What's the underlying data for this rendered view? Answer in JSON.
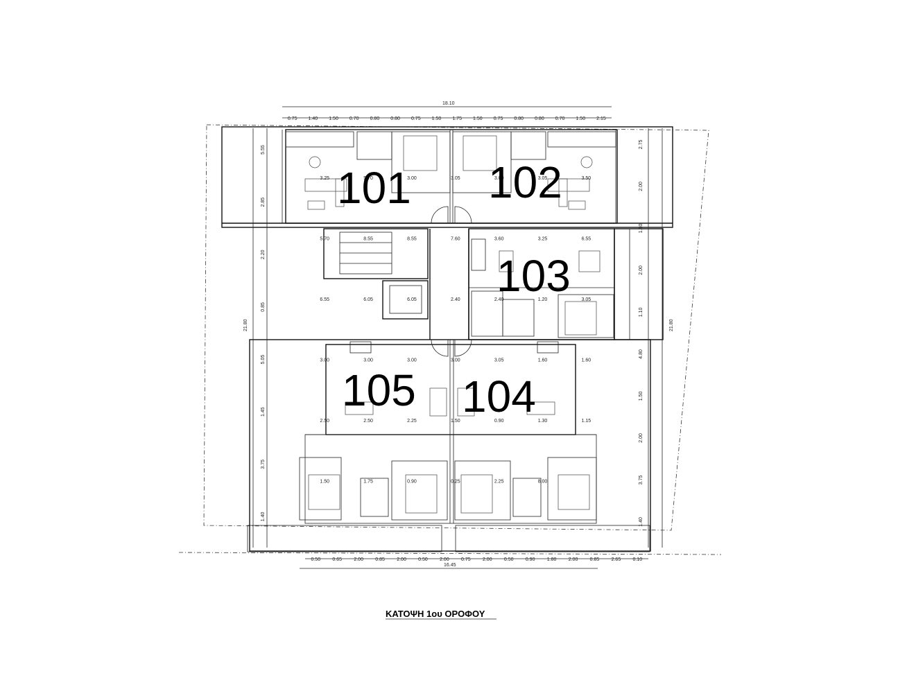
{
  "title": "ΚΑΤΟΨΗ 1ου ΟΡΟΦΟΥ",
  "units": [
    "101",
    "102",
    "103",
    "104",
    "105"
  ],
  "dimensions": {
    "top_total": "18.10",
    "top_chain": [
      "0.75",
      "1.40",
      "1.50",
      "0.70",
      "0.80",
      "0.80",
      "0.75",
      "1.50",
      "1.75",
      "1.50",
      "0.75",
      "0.80",
      "0.80",
      "0.70",
      "1.50",
      "2.15"
    ],
    "bottom_total": "16.45",
    "bottom_chain": [
      "0.50",
      "0.65",
      "2.00",
      "0.85",
      "2.00",
      "0.50",
      "2.00",
      "0.75",
      "2.00",
      "0.50",
      "0.90",
      "1.80",
      "2.00",
      "0.85",
      "2.65",
      "0.10"
    ],
    "left_total": "21.80",
    "left_chain": [
      "5.55",
      "2.85",
      "2.20",
      "0.85",
      "5.05",
      "1.45",
      "3.75",
      "1.40"
    ],
    "right_total": "21.80",
    "right_chain": [
      "2.75",
      "2.00",
      "1.80",
      "2.00",
      "1.10",
      "4.80",
      "1.50",
      "2.00",
      "3.75",
      "1.40"
    ],
    "rooms": [
      "3.25",
      "5.70",
      "3.00",
      "3.05",
      "3.00",
      "3.05",
      "3.50",
      "5.70",
      "8.55",
      "8.55",
      "7.60",
      "3.60",
      "3.25",
      "6.55",
      "6.55",
      "6.05",
      "6.05",
      "2.40",
      "2.40",
      "1.20",
      "3.05",
      "3.00",
      "3.00",
      "3.00",
      "3.00",
      "3.05",
      "1.60",
      "1.60",
      "2.50",
      "2.50",
      "2.25",
      "1.50",
      "0.90",
      "1.30",
      "1.15",
      "1.50",
      "1.75",
      "0.90",
      "0.25",
      "2.25",
      "8.00"
    ]
  }
}
